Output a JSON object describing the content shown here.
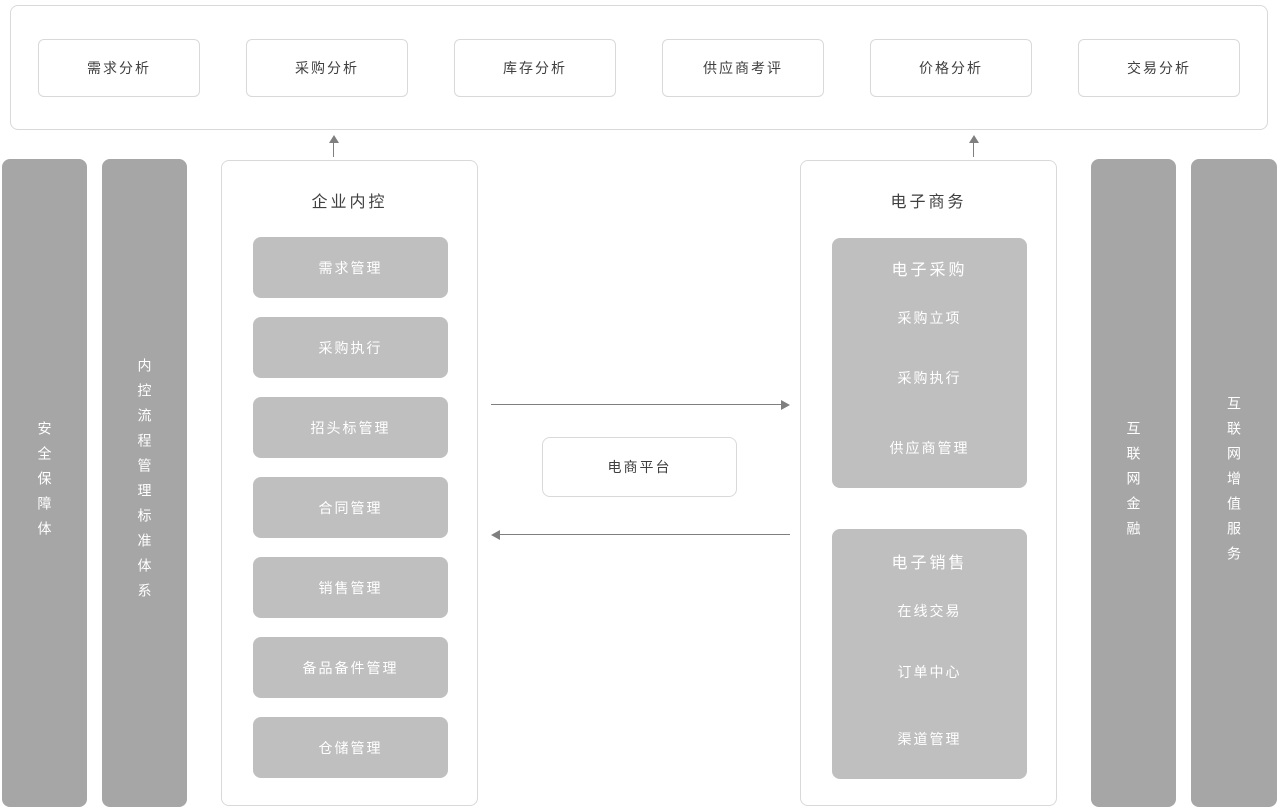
{
  "analysis_layer": {
    "items": [
      {
        "label": "需求分析"
      },
      {
        "label": "采购分析"
      },
      {
        "label": "库存分析"
      },
      {
        "label": "供应商考评"
      },
      {
        "label": "价格分析"
      },
      {
        "label": "交易分析"
      }
    ]
  },
  "left_pillars": [
    {
      "label": "安全保障体"
    },
    {
      "label": "内控流程管理标准体系"
    }
  ],
  "internal_control": {
    "title": "企业内控",
    "modules": [
      "需求管理",
      "采购执行",
      "招头标管理",
      "合同管理",
      "销售管理",
      "备品备件管理",
      "仓储管理"
    ]
  },
  "platform": {
    "label": "电商平台"
  },
  "ecommerce": {
    "title": "电子商务",
    "groups": [
      {
        "title": "电子采购",
        "items": [
          "采购立项",
          "采购执行",
          "供应商管理"
        ]
      },
      {
        "title": "电子销售",
        "items": [
          "在线交易",
          "订单中心",
          "渠道管理"
        ]
      }
    ]
  },
  "right_pillars": [
    {
      "label": "互联网金融"
    },
    {
      "label": "互联网增值服务"
    }
  ],
  "colors": {
    "pillar_gray": "#a6a6a6",
    "module_gray": "#bfbfbf",
    "border_gray": "#d9d9d9",
    "arrow_gray": "#7f7f7f",
    "title_text": "#404040",
    "module_text": "#ffffff",
    "background": "#ffffff"
  }
}
